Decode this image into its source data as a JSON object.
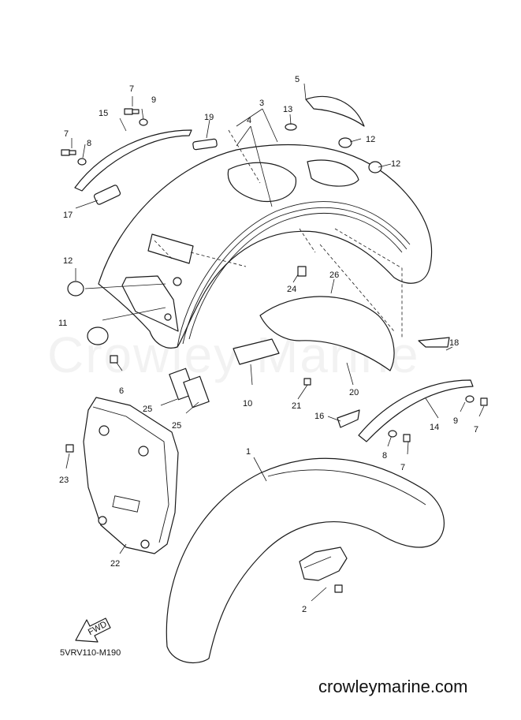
{
  "watermark": "Crowley Marine",
  "diagram_code": "5VRV110-M190",
  "fwd_label": "FWD",
  "footer_site": "crowleymarine.com",
  "callouts": {
    "c1": "1",
    "c2": "2",
    "c3": "3",
    "c4": "4",
    "c5": "5",
    "c6": "6",
    "c7a": "7",
    "c7b": "7",
    "c7c": "7",
    "c7d": "7",
    "c8a": "8",
    "c8b": "8",
    "c9a": "9",
    "c9b": "9",
    "c10": "10",
    "c11": "11",
    "c12a": "12",
    "c12b": "12",
    "c12c": "12",
    "c13": "13",
    "c14": "14",
    "c15": "15",
    "c16": "16",
    "c17": "17",
    "c18": "18",
    "c19": "19",
    "c20": "20",
    "c21": "21",
    "c22": "22",
    "c23": "23",
    "c24": "24",
    "c25a": "25",
    "c25b": "25",
    "c26": "26"
  }
}
